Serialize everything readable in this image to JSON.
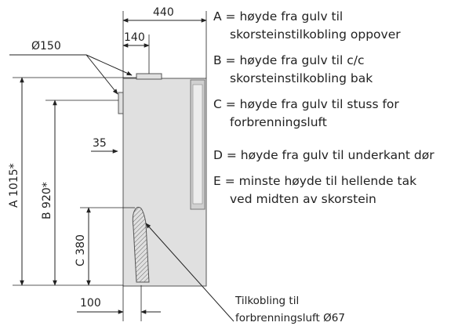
{
  "dimensions": {
    "width_top": "440",
    "width_inner": "140",
    "flue_diameter": "Ø150",
    "offset_35": "35",
    "height_A": "A 1015*",
    "height_B": "B 920*",
    "height_C": "C 380",
    "base_offset": "100"
  },
  "legend": [
    {
      "line1": "A = høyde fra gulv til",
      "line2": "skorsteinstilkobling oppover"
    },
    {
      "line1": "B = høyde fra gulv til c/c",
      "line2": "skorsteinstilkobling bak"
    },
    {
      "line1": "C = høyde fra gulv til stuss for",
      "line2": "forbrenningsluft"
    },
    {
      "line1": "D = høyde fra gulv til underkant dør",
      "line2": ""
    },
    {
      "line1": "E = minste høyde til hellende tak",
      "line2": "ved midten av skorstein"
    }
  ],
  "air_inlet_note": {
    "line1": "Tilkobling til",
    "line2": "forbrenningsluft Ø67"
  },
  "colors": {
    "stove_body": "#e0e0e0",
    "stove_outline": "#555555",
    "dimension_lines": "#222222"
  }
}
